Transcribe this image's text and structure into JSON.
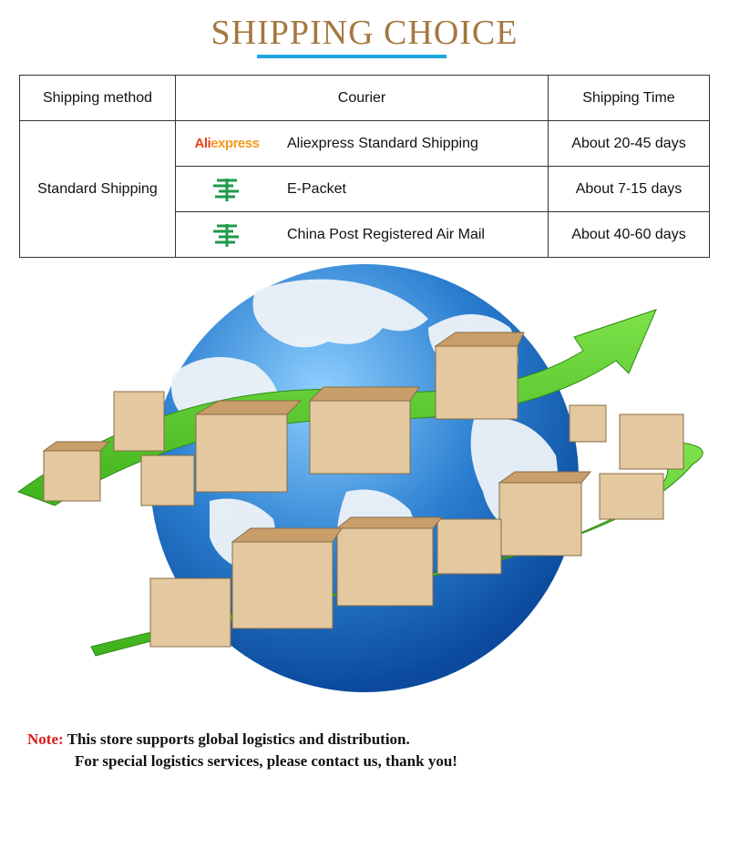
{
  "title": "SHIPPING CHOICE",
  "table": {
    "headers": [
      "Shipping method",
      "Courier",
      "Shipping Time"
    ],
    "method": "Standard Shipping",
    "rows": [
      {
        "logo_text_a": "Ali",
        "logo_text_b": "express",
        "logo_icon": "aliexpress-logo",
        "courier": "Aliexpress Standard Shipping",
        "time": "About 20-45 days"
      },
      {
        "logo_icon": "china-post-icon",
        "courier": "E-Packet",
        "time": "About 7-15 days"
      },
      {
        "logo_icon": "china-post-icon",
        "courier": "China Post Registered Air Mail",
        "time": "About 40-60 days"
      }
    ]
  },
  "colors": {
    "title": "#a5783f",
    "title_bar": "#1ea6e0",
    "china_post": "#1d9a4a",
    "note_label": "#e0191b",
    "arrow": "#5ccd2a",
    "globe": "#2b7fd0"
  },
  "note": {
    "label": "Note:",
    "line1": "This store supports global logistics and distribution.",
    "line2": "For special logistics services, please contact us, thank you!"
  }
}
